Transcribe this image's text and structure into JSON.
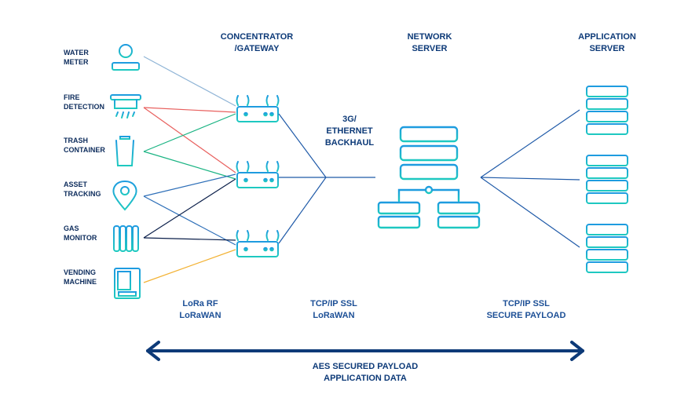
{
  "headers": {
    "concentrator": [
      "CONCENTRATOR",
      "/GATEWAY"
    ],
    "network": [
      "NETWORK",
      "SERVER"
    ],
    "application": [
      "APPLICATION",
      "SERVER"
    ]
  },
  "backhaul": [
    "3G/",
    "ETHERNET",
    "BACKHAUL"
  ],
  "devices": [
    {
      "label": [
        "WATER",
        "METER"
      ],
      "icon": "water-meter-icon",
      "link_color": "#8fb4d6"
    },
    {
      "label": [
        "FIRE",
        "DETECTION"
      ],
      "icon": "smoke-detector-icon",
      "link_color": "#e8605e"
    },
    {
      "label": [
        "TRASH",
        "CONTAINER"
      ],
      "icon": "trash-bin-icon",
      "link_color": "#19b382"
    },
    {
      "label": [
        "ASSET",
        "TRACKING"
      ],
      "icon": "location-pin-icon",
      "link_color": "#2e6fb8"
    },
    {
      "label": [
        "GAS",
        "MONITOR"
      ],
      "icon": "gas-radiator-icon",
      "link_color": "#0b1f4a"
    },
    {
      "label": [
        "VENDING",
        "MACHINE"
      ],
      "icon": "vending-machine-icon",
      "link_color": "#f3b234"
    }
  ],
  "protocols": {
    "rf": [
      "LoRa RF",
      "LoRaWAN"
    ],
    "backhaul": [
      "TCP/IP SSL",
      "LoRaWAN"
    ],
    "app": [
      "TCP/IP SSL",
      "SECURE PAYLOAD"
    ]
  },
  "footer": [
    "AES SECURED PAYLOAD",
    "APPLICATION DATA"
  ],
  "colors": {
    "icon_cyan": "#18a8e0",
    "icon_teal": "#1bb4a3",
    "line_blue": "#1f5aa8",
    "arrow_navy": "#0d3a78"
  }
}
